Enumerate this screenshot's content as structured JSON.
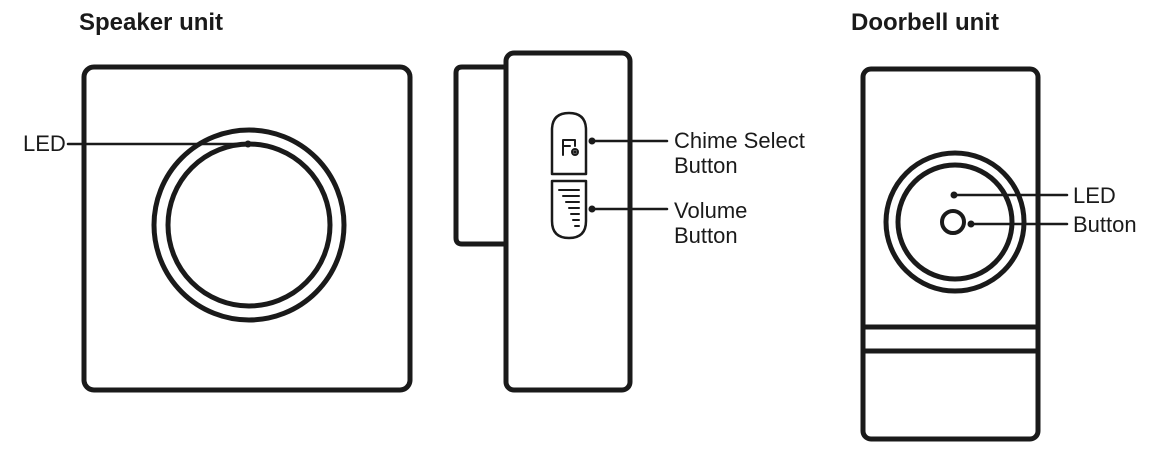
{
  "headings": {
    "speaker": "Speaker unit",
    "doorbell": "Doorbell unit"
  },
  "labels": {
    "speaker_led": "LED",
    "chime_select_line1": "Chime Select",
    "chime_select_line2": "Button",
    "volume_line1": "Volume",
    "volume_line2": "Button",
    "doorbell_led": "LED",
    "doorbell_button": "Button"
  },
  "icons": {
    "chime": "chime-select-icon",
    "volume": "volume-bars-icon"
  },
  "colors": {
    "stroke": "#1a1a1a",
    "background": "#ffffff"
  }
}
